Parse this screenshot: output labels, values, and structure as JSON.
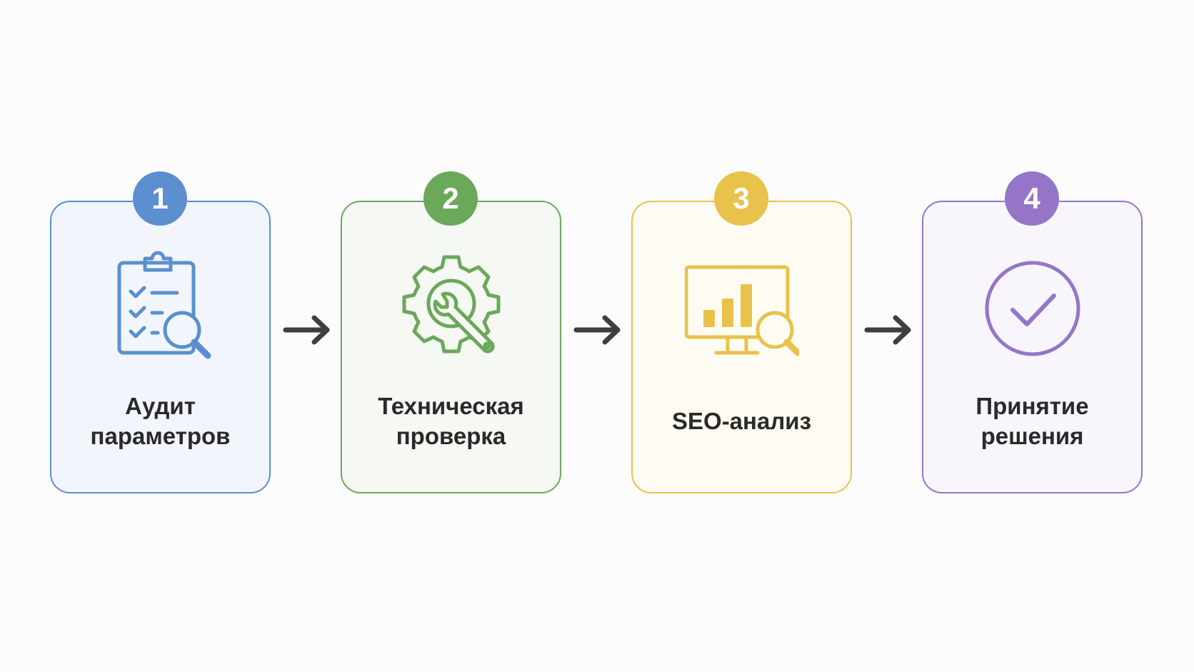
{
  "steps": [
    {
      "number": "1",
      "label": "Аудит\nпараметров",
      "icon": "clipboard-search-icon",
      "color": "#5b8fd0",
      "bg": "#f2f6fc"
    },
    {
      "number": "2",
      "label": "Техническая\nпроверка",
      "icon": "gear-wrench-icon",
      "color": "#6ba85a",
      "bg": "#f5f8f3"
    },
    {
      "number": "3",
      "label": "SEO-анализ",
      "icon": "monitor-chart-search-icon",
      "color": "#e8c24a",
      "bg": "#fefcf2"
    },
    {
      "number": "4",
      "label": "Принятие\nрешения",
      "icon": "check-circle-icon",
      "color": "#9575c8",
      "bg": "#f8f5fc"
    }
  ],
  "arrow_color": "#3f3f3f"
}
